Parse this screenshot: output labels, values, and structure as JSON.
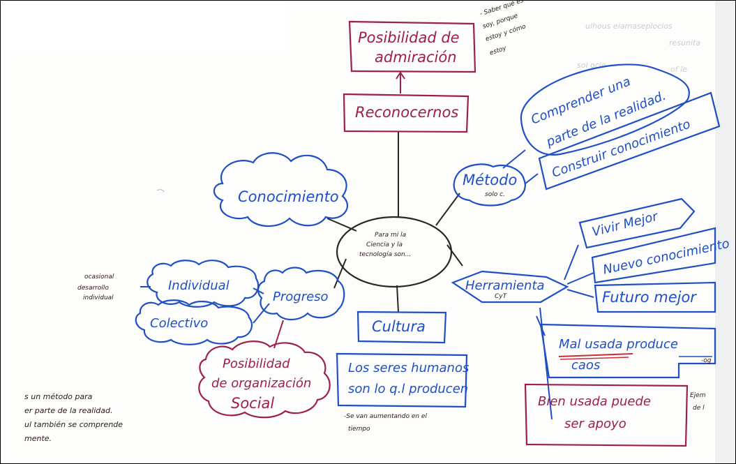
{
  "center": {
    "line1": "Para mi la",
    "line2": "Ciencia y la",
    "line3": "tecnología son..."
  },
  "nodes": {
    "admiracion_line1": "Posibilidad de",
    "admiracion_line2": "admiración",
    "reconocernos": "Reconocernos",
    "conocimiento": "Conocimiento",
    "metodo": "Método",
    "comprender_line1": "Comprender una",
    "comprender_line2": "parte de la realidad.",
    "construir": "Construir conocimiento",
    "herramienta": "Herramienta",
    "vivir_mejor": "Vivir Mejor",
    "nuevo_conocimiento": "Nuevo conocimiento",
    "futuro_mejor": "Futuro mejor",
    "mal_usada_line1": "Mal usada produce",
    "mal_usada_line2": "caos",
    "bien_usada_line1": "Bien usada puede",
    "bien_usada_line2": "ser apoyo",
    "cultura": "Cultura",
    "seres_line1": "Los seres humanos",
    "seres_line2": "son lo q.l producen",
    "progreso": "Progreso",
    "individual": "Individual",
    "colectivo": "Colectivo",
    "organizacion_line1": "Posibilidad",
    "organizacion_line2": "de organización",
    "organizacion_line3": "Social"
  },
  "notes": {
    "admiracion_1": "- Saber qué es",
    "admiracion_2": "soy, porque",
    "admiracion_3": "estoy y cómo",
    "admiracion_4": "estoy",
    "metodo": "solo c.",
    "herramienta": "CyT",
    "mal_usada": "-og",
    "bien_usada_1": "Ejem",
    "bien_usada_2": "de l",
    "seres_1": "-Se van aumentando en el",
    "seres_2": "tiempo",
    "individual_1": "ocasional",
    "individual_2": "desarrollo",
    "individual_3": "individual"
  },
  "fragment": {
    "line1": "s un método para",
    "line2": "er parte de la realidad.",
    "line3": "ul también se comprende",
    "line4": "mente."
  },
  "colors": {
    "blue_ink": "#1f4fc4",
    "magenta_ink": "#9d1f4c",
    "black_ink": "#2b2622",
    "red_underline": "#c62e3a"
  }
}
